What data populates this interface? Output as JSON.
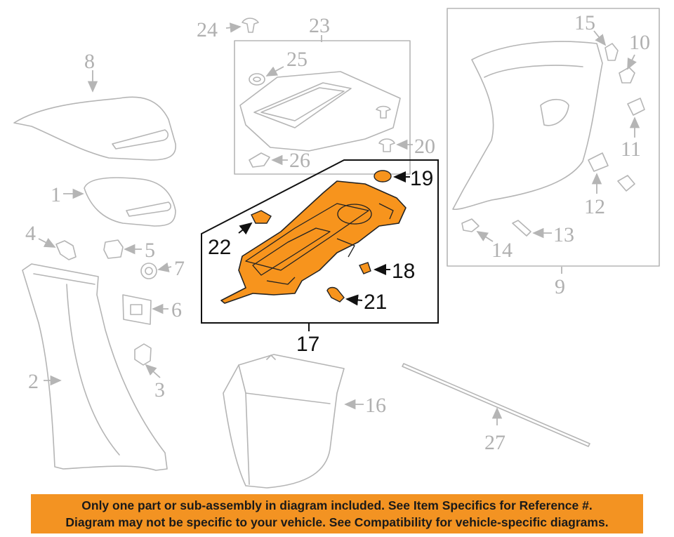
{
  "callouts": {
    "c1": "1",
    "c2": "2",
    "c3": "3",
    "c4": "4",
    "c5": "5",
    "c6": "6",
    "c7": "7",
    "c8": "8",
    "c9": "9",
    "c10": "10",
    "c11": "11",
    "c12": "12",
    "c13": "13",
    "c14": "14",
    "c15": "15",
    "c16": "16",
    "c17": "17",
    "c18": "18",
    "c19": "19",
    "c20": "20",
    "c21": "21",
    "c22": "22",
    "c23": "23",
    "c24": "24",
    "c25": "25",
    "c26": "26",
    "c27": "27"
  },
  "highlighted_part": "17",
  "colors": {
    "highlight": "#f7941d",
    "banner": "#f39322",
    "ghost_lines": "#b5b5b5"
  },
  "banner": {
    "line1": "Only one part or sub-assembly in diagram included. See Item Specifics for Reference #.",
    "line2": "Diagram may not be specific to your vehicle. See Compatibility for vehicle-specific diagrams."
  }
}
